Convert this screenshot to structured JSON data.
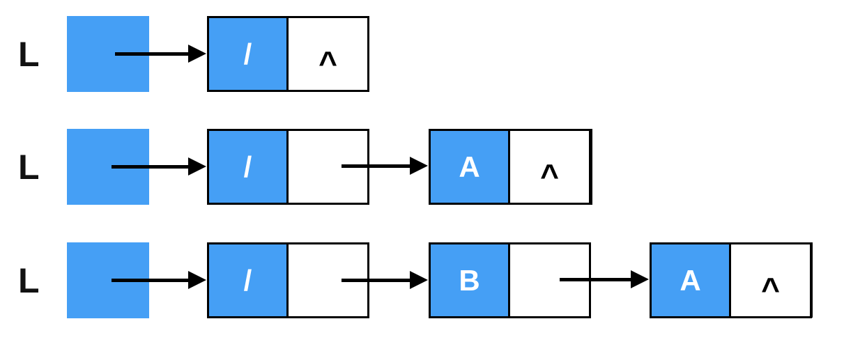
{
  "diagram": {
    "description": "Linked list L shown in three successive states",
    "colors": {
      "node_fill": "#459ff5",
      "border": "#000000",
      "text_on_blue": "#ffffff",
      "text_on_white": "#000000",
      "background": "#ffffff"
    },
    "rows": [
      {
        "label": "L",
        "nodes": [
          {
            "data": "/",
            "next": "^"
          }
        ]
      },
      {
        "label": "L",
        "nodes": [
          {
            "data": "/",
            "next": ""
          },
          {
            "data": "A",
            "next": "^"
          }
        ]
      },
      {
        "label": "L",
        "nodes": [
          {
            "data": "/",
            "next": ""
          },
          {
            "data": "B",
            "next": ""
          },
          {
            "data": "A",
            "next": "^"
          }
        ]
      }
    ]
  }
}
